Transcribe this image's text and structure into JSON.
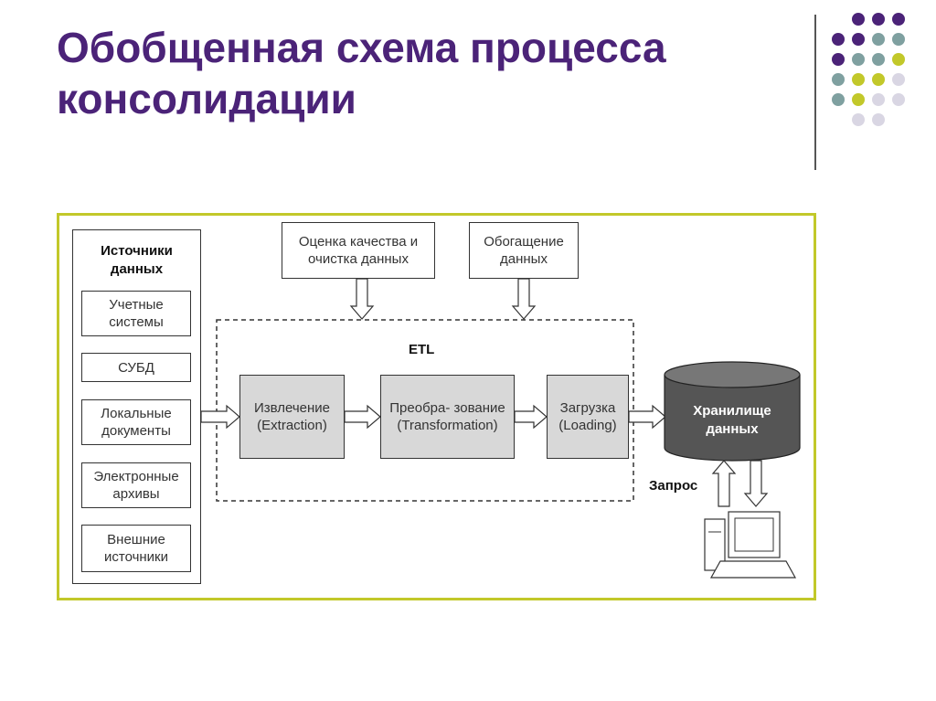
{
  "slide": {
    "title_line1": "Обобщенная схема процесса",
    "title_line2": "консолидации",
    "colors": {
      "title": "#4b2378",
      "frame": "#c2c82a",
      "dot_purple": "#4b2378",
      "dot_teal": "#7fa0a0",
      "dot_lime": "#c2c82a",
      "dot_light": "#d9d6e3"
    }
  },
  "diagram": {
    "sources": {
      "title": "Источники данных",
      "items": [
        "Учетные системы",
        "СУБД",
        "Локальные документы",
        "Электронные архивы",
        "Внешние источники"
      ]
    },
    "quality": "Оценка качества и очистка данных",
    "enrichment": "Обогащение данных",
    "etl_label": "ETL",
    "extraction": "Извлечение (Extraction)",
    "transformation": "Преобра- зование (Transformation)",
    "loading": "Загрузка (Loading)",
    "storage": "Хранилище данных",
    "query": "Запрос",
    "computer_icon": "computer-icon"
  }
}
